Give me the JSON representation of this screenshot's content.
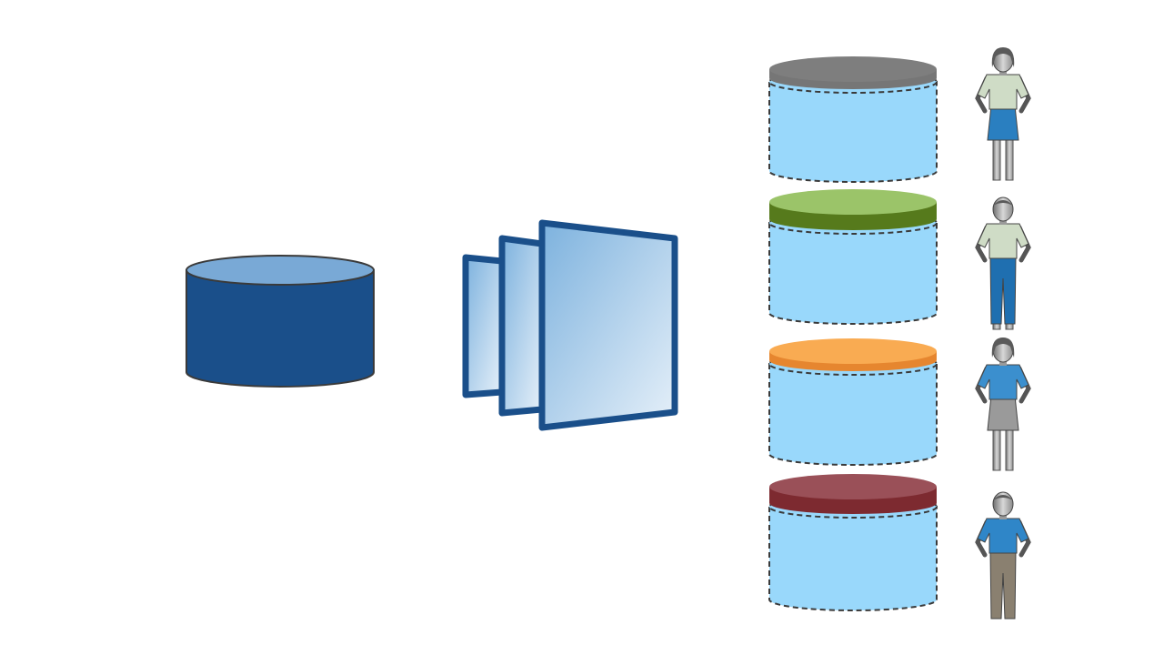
{
  "diagram": {
    "source_database": {
      "icon": "database-icon",
      "body_color": "#1a4f8a",
      "top_color": "#79a9d6",
      "outline_color": "#3a3a3a"
    },
    "view_layers": {
      "icon": "stacked-pages-icon",
      "count": 3,
      "frame_color": "#1a4f8a",
      "fill_light": "#e6f0f9",
      "fill_dark": "#7db2de"
    },
    "virtual_databases": [
      {
        "icon": "virtual-database-icon",
        "lid_color": "#767676",
        "lid_top_color": "#7e7e7e",
        "user": {
          "icon": "woman-user-icon",
          "shirt_color": "#cfdcc6",
          "bottom_color": "#2a7fc0",
          "bottom_style": "skirt"
        }
      },
      {
        "icon": "virtual-database-icon",
        "lid_color": "#567a1c",
        "lid_top_color": "#9bc469",
        "user": {
          "icon": "man-user-icon",
          "shirt_color": "#cfdcc6",
          "bottom_color": "#1f6fb0",
          "bottom_style": "pants"
        }
      },
      {
        "icon": "virtual-database-icon",
        "lid_color": "#e6862f",
        "lid_top_color": "#f9ab52",
        "user": {
          "icon": "woman-user-icon",
          "shirt_color": "#3b8fce",
          "bottom_color": "#9a9a9a",
          "bottom_style": "skirt"
        }
      },
      {
        "icon": "virtual-database-icon",
        "lid_color": "#7d2a30",
        "lid_top_color": "#9a5058",
        "user": {
          "icon": "man-user-icon",
          "shirt_color": "#2f86c8",
          "bottom_color": "#8a8070",
          "bottom_style": "pants"
        }
      }
    ],
    "virtual_db_fill": "#99d8fb",
    "dash_color": "#3a3a3a"
  }
}
